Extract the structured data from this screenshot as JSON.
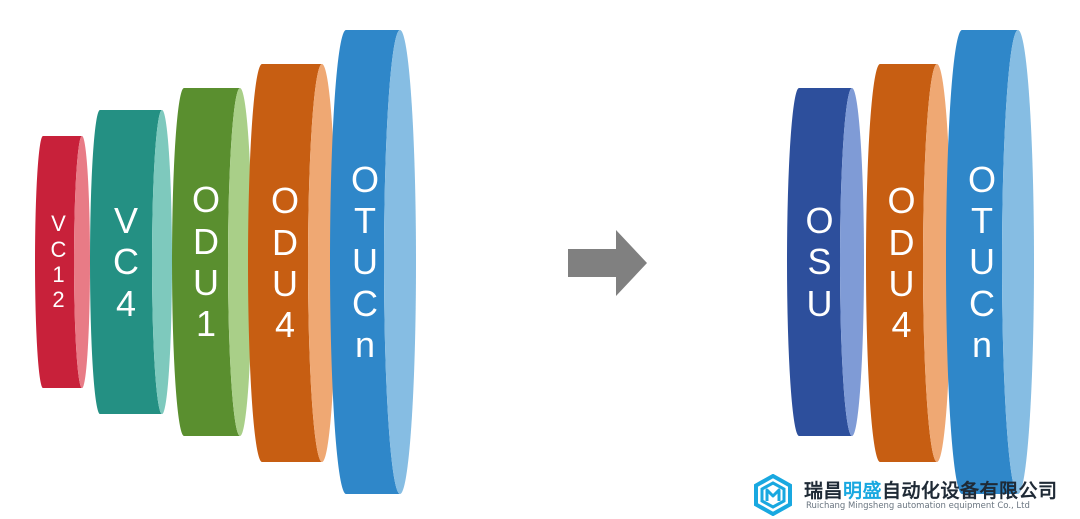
{
  "left_stack": [
    {
      "id": "vc12",
      "letters": [
        "V",
        "C",
        "1",
        "2"
      ],
      "colors": {
        "face": "#c8213a",
        "edge": "#e87b86"
      }
    },
    {
      "id": "vc4",
      "letters": [
        "V",
        "C",
        "4"
      ],
      "colors": {
        "face": "#249083",
        "edge": "#7ec9bd"
      }
    },
    {
      "id": "odu1",
      "letters": [
        "O",
        "D",
        "U",
        "1"
      ],
      "colors": {
        "face": "#5a8f2f",
        "edge": "#a9cf88"
      }
    },
    {
      "id": "odu4",
      "letters": [
        "O",
        "D",
        "U",
        "4"
      ],
      "colors": {
        "face": "#c75e12",
        "edge": "#efa873"
      }
    },
    {
      "id": "otucn",
      "letters": [
        "O",
        "T",
        "U",
        "C",
        "n"
      ],
      "colors": {
        "face": "#2f87c9",
        "edge": "#86bde3"
      }
    }
  ],
  "right_stack": [
    {
      "id": "osu",
      "letters": [
        "O",
        "S",
        "U"
      ],
      "colors": {
        "face": "#2d4f9c",
        "edge": "#7f9bd6"
      }
    },
    {
      "id": "odu4",
      "letters": [
        "O",
        "D",
        "U",
        "4"
      ],
      "colors": {
        "face": "#c75e12",
        "edge": "#efa873"
      }
    },
    {
      "id": "otucn",
      "letters": [
        "O",
        "T",
        "U",
        "C",
        "n"
      ],
      "colors": {
        "face": "#2f87c9",
        "edge": "#86bde3"
      }
    }
  ],
  "arrow": {
    "icon": "right-arrow-icon",
    "color": "#808080"
  },
  "logo": {
    "name_part1": "瑞昌",
    "name_part2": "明盛",
    "name_part3": "自动化设备有限公司",
    "subtitle": "Ruichang Mingsheng automation equipment Co., Ltd",
    "colors": {
      "dark": "#1f2a36",
      "accent": "#19a8e0"
    }
  }
}
